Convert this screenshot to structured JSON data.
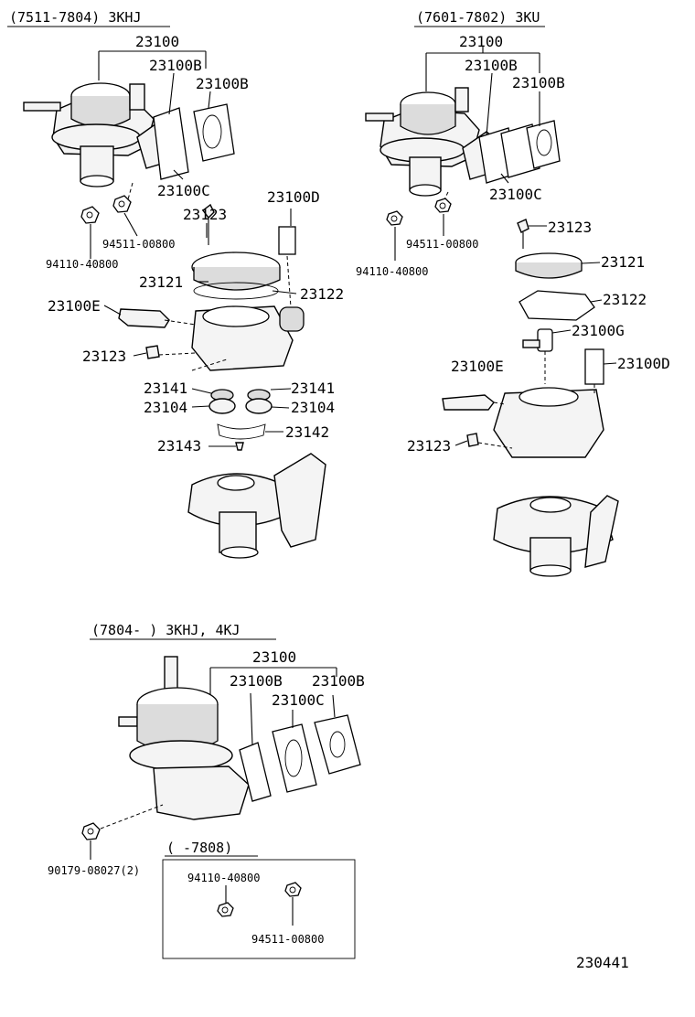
{
  "sections": {
    "top_left": {
      "header": "(7511-7804) 3KHJ",
      "labels": {
        "pump": "23100",
        "gasket_a": "23100B",
        "gasket_b": "23100B",
        "gasket_c": "23100C",
        "fitting_d": "23100D",
        "screw_top": "23123",
        "cover": "23121",
        "gasket": "23122",
        "inlet_e": "23100E",
        "screw_side": "23123",
        "valve_l": "23141",
        "valve_r": "23141",
        "valve_body_l": "23104",
        "valve_body_r": "23104",
        "retainer": "23142",
        "screw_bottom": "23143",
        "nut_a": "94110-40800",
        "nut_b": "94511-00800"
      }
    },
    "top_right": {
      "header": "(7601-7802) 3KU",
      "labels": {
        "pump": "23100",
        "gasket_a": "23100B",
        "gasket_b": "23100B",
        "gasket_c": "23100C",
        "screw_top": "23123",
        "cover": "23121",
        "gasket": "23122",
        "fitting_g": "23100G",
        "inlet_e": "23100E",
        "fitting_d": "23100D",
        "screw_side": "23123",
        "nut_a": "94110-40800",
        "nut_b": "94511-00800"
      }
    },
    "bottom": {
      "header": "(7804-        ) 3KHJ, 4KJ",
      "labels": {
        "pump": "23100",
        "gasket_a": "23100B",
        "gasket_b": "23100B",
        "gasket_c": "23100C",
        "nut": "90179-08027(2)"
      },
      "inset": {
        "header": "(      -7808)",
        "nut_a": "94110-40800",
        "nut_b": "94511-00800"
      }
    }
  },
  "figure_number": "230441"
}
